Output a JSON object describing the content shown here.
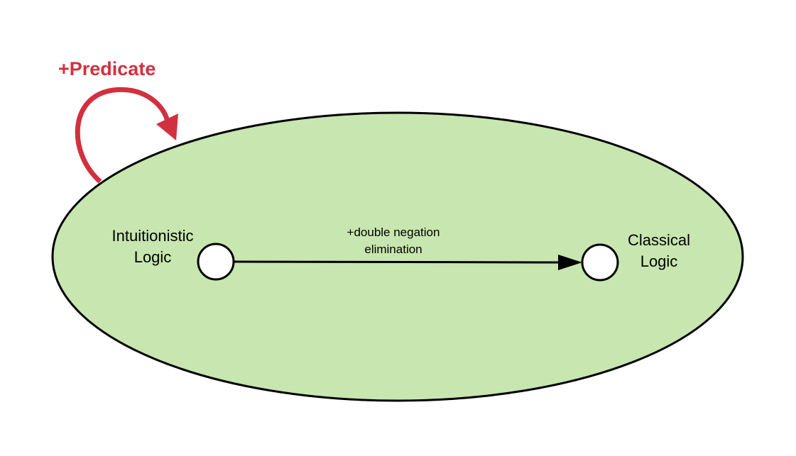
{
  "colors": {
    "region_fill": "#c8e6af",
    "outline": "#000000",
    "node_fill": "#ffffff",
    "loop_accent": "#d1313f"
  },
  "loop": {
    "label": "+Predicate"
  },
  "nodes": {
    "left": {
      "line1": "Intuitionistic",
      "line2": "Logic"
    },
    "right": {
      "line1": "Classical",
      "line2": "Logic"
    }
  },
  "edge": {
    "line1": "+double negation",
    "line2": "elimination"
  }
}
